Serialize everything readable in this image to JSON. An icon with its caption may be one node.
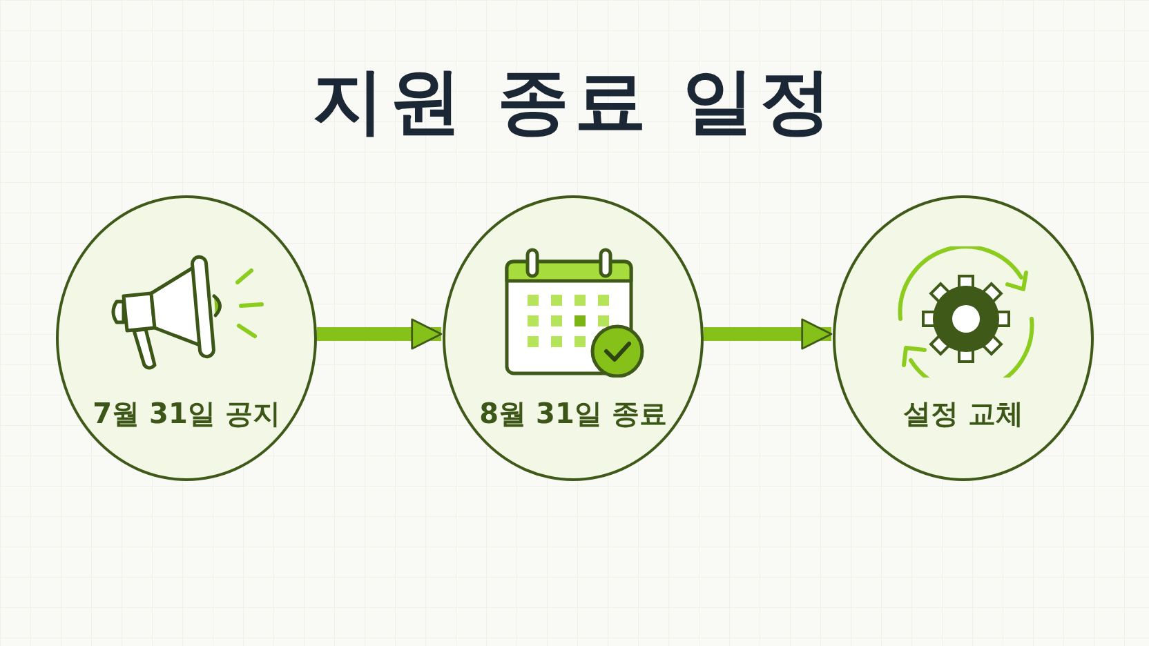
{
  "diagram": {
    "title": "지원 종료 일정",
    "nodes": [
      {
        "text": [
          "7월 31일 공지"
        ]
      },
      {
        "text": [
          "8월 31일 종료"
        ]
      },
      {
        "text": [
          "설정 교체"
        ]
      }
    ],
    "edges": [
      {
        "from": 0,
        "to": 1,
        "arrow": "to"
      },
      {
        "from": 1,
        "to": 2,
        "arrow": "to"
      }
    ]
  }
}
